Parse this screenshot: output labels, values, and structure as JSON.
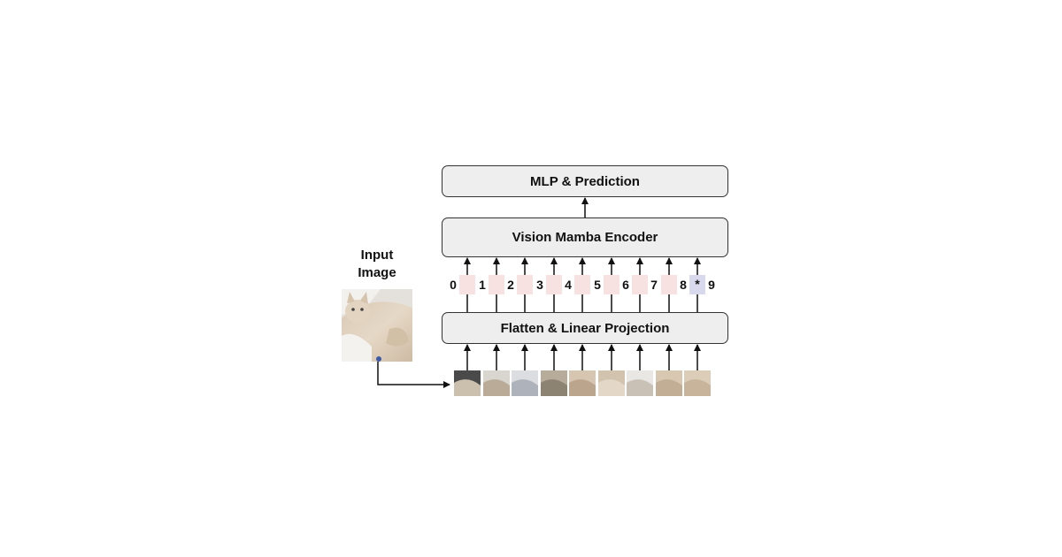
{
  "blocks": {
    "mlp": "MLP & Prediction",
    "encoder": "Vision Mamba Encoder",
    "flatten": "Flatten & Linear Projection"
  },
  "input": {
    "title_line1": "Input",
    "title_line2": "Image"
  },
  "tokens": {
    "position_labels": [
      "0",
      "1",
      "2",
      "3",
      "4",
      "5",
      "6",
      "7",
      "8",
      "9"
    ],
    "cls_label": "*"
  },
  "colors": {
    "patch_token": "#f8e1e1",
    "cls_token": "#d9d9ee",
    "block_fill": "#eeeeee",
    "border": "#333333"
  }
}
